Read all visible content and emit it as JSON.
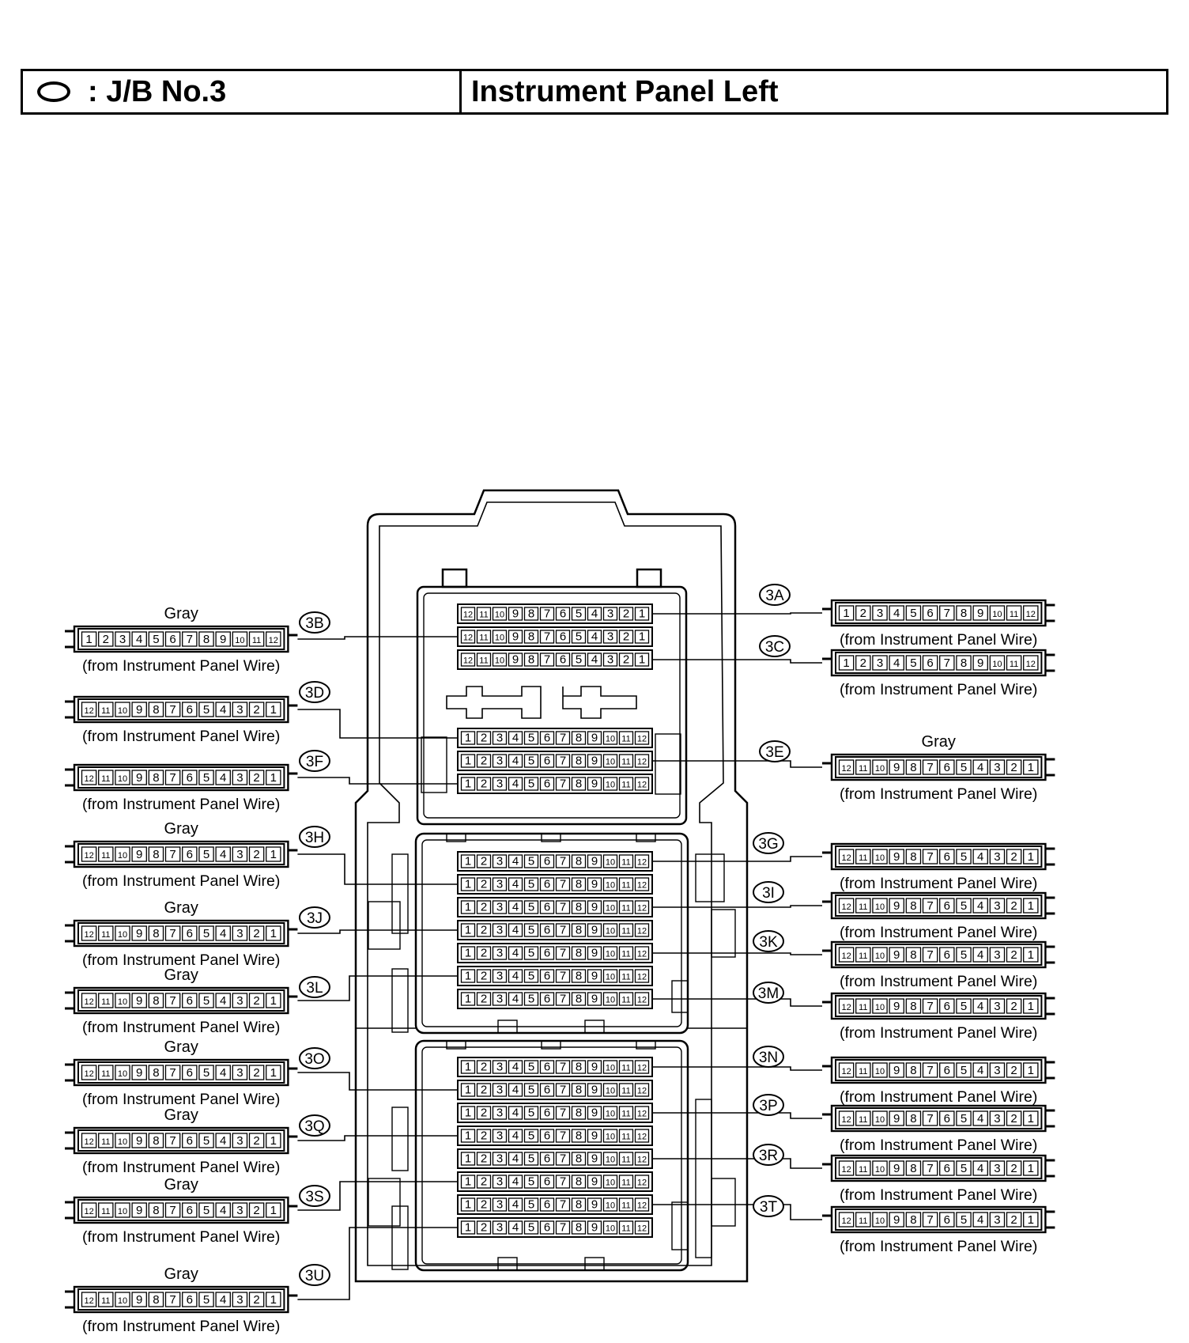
{
  "header": {
    "code_label": ": J/B No.3",
    "location": "Instrument Panel Left"
  },
  "icons": {
    "junction_block_marker": "oval-icon"
  },
  "wire_source": "(from Instrument Panel Wire)",
  "connectors": [
    {
      "id": "3A",
      "side": "right",
      "color": "",
      "order": "asc"
    },
    {
      "id": "3B",
      "side": "left",
      "color": "Gray",
      "order": "asc"
    },
    {
      "id": "3C",
      "side": "right",
      "color": "",
      "order": "asc"
    },
    {
      "id": "3D",
      "side": "left",
      "color": "",
      "order": "desc"
    },
    {
      "id": "3E",
      "side": "right",
      "color": "Gray",
      "order": "desc"
    },
    {
      "id": "3F",
      "side": "left",
      "color": "",
      "order": "desc"
    },
    {
      "id": "3G",
      "side": "right",
      "color": "",
      "order": "desc"
    },
    {
      "id": "3H",
      "side": "left",
      "color": "Gray",
      "order": "desc"
    },
    {
      "id": "3I",
      "side": "right",
      "color": "",
      "order": "desc"
    },
    {
      "id": "3J",
      "side": "left",
      "color": "Gray",
      "order": "desc"
    },
    {
      "id": "3K",
      "side": "right",
      "color": "",
      "order": "desc"
    },
    {
      "id": "3L",
      "side": "left",
      "color": "Gray",
      "order": "desc"
    },
    {
      "id": "3M",
      "side": "right",
      "color": "",
      "order": "desc"
    },
    {
      "id": "3N",
      "side": "right",
      "color": "",
      "order": "desc"
    },
    {
      "id": "3O",
      "side": "left",
      "color": "Gray",
      "order": "desc"
    },
    {
      "id": "3P",
      "side": "right",
      "color": "",
      "order": "desc"
    },
    {
      "id": "3Q",
      "side": "left",
      "color": "Gray",
      "order": "desc"
    },
    {
      "id": "3R",
      "side": "right",
      "color": "",
      "order": "desc"
    },
    {
      "id": "3S",
      "side": "left",
      "color": "Gray",
      "order": "desc"
    },
    {
      "id": "3T",
      "side": "right",
      "color": "",
      "order": "desc"
    },
    {
      "id": "3U",
      "side": "left",
      "color": "Gray",
      "order": "desc"
    }
  ],
  "block_terminals": [
    {
      "group": "top",
      "order": "desc"
    },
    {
      "group": "top",
      "order": "desc"
    },
    {
      "group": "top",
      "order": "desc"
    },
    {
      "group": "upper-middle",
      "order": "asc"
    },
    {
      "group": "upper-middle",
      "order": "asc"
    },
    {
      "group": "upper-middle",
      "order": "asc"
    },
    {
      "group": "middle",
      "order": "asc"
    },
    {
      "group": "middle",
      "order": "asc"
    },
    {
      "group": "middle",
      "order": "asc"
    },
    {
      "group": "middle",
      "order": "asc"
    },
    {
      "group": "middle",
      "order": "asc"
    },
    {
      "group": "middle",
      "order": "asc"
    },
    {
      "group": "middle",
      "order": "asc"
    },
    {
      "group": "bottom",
      "order": "asc"
    },
    {
      "group": "bottom",
      "order": "asc"
    },
    {
      "group": "bottom",
      "order": "asc"
    },
    {
      "group": "bottom",
      "order": "asc"
    },
    {
      "group": "bottom",
      "order": "asc"
    },
    {
      "group": "bottom",
      "order": "asc"
    },
    {
      "group": "bottom",
      "order": "asc"
    },
    {
      "group": "bottom",
      "order": "asc"
    }
  ]
}
